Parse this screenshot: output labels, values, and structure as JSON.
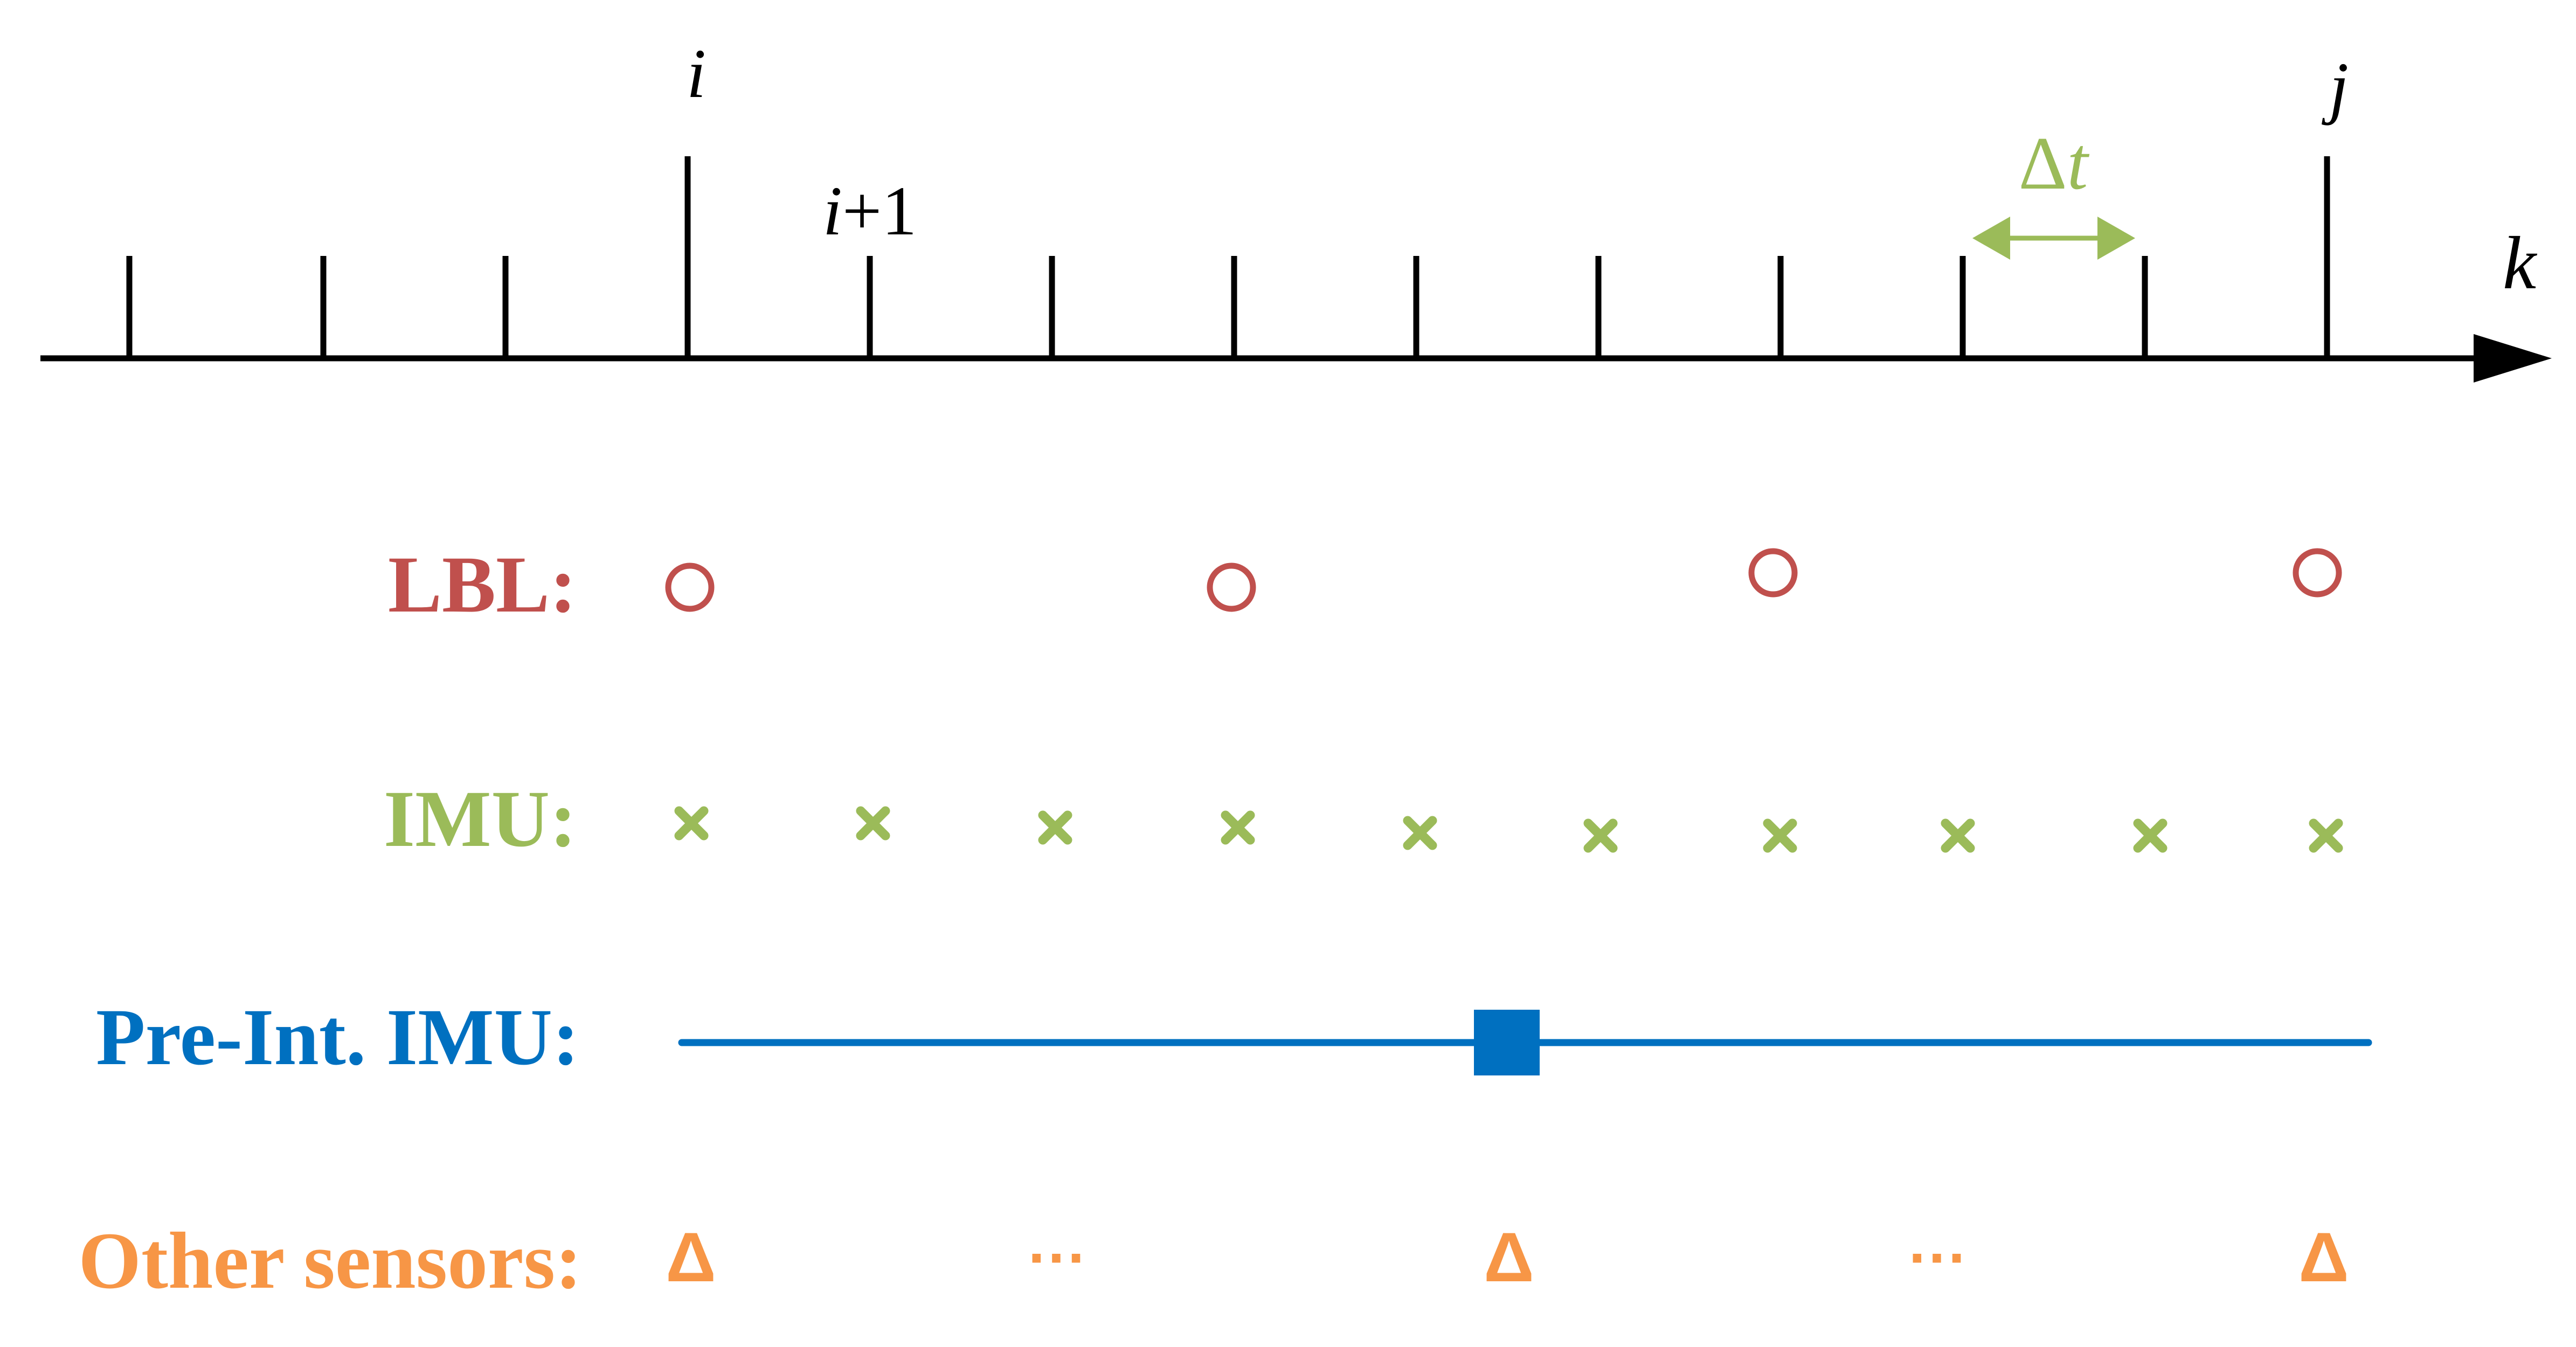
{
  "axis": {
    "label": "k",
    "markers": {
      "i": "i",
      "i_plus_1": {
        "var": "i",
        "rest": "+1"
      },
      "j": "j"
    },
    "dt_label": {
      "delta": "Δ",
      "var": "t"
    }
  },
  "rows": {
    "lbl": {
      "label": "LBL:"
    },
    "imu": {
      "label": "IMU:"
    },
    "preint": {
      "label": "Pre-Int. IMU:"
    },
    "other": {
      "label": "Other sensors:",
      "triangle": "Δ",
      "ellipsis": "···"
    }
  },
  "colors": {
    "axis": "#000000",
    "lbl": "#c0504d",
    "imu": "#9bbb59",
    "preint": "#0070c0",
    "other": "#f79646",
    "dt": "#9bbb59"
  }
}
